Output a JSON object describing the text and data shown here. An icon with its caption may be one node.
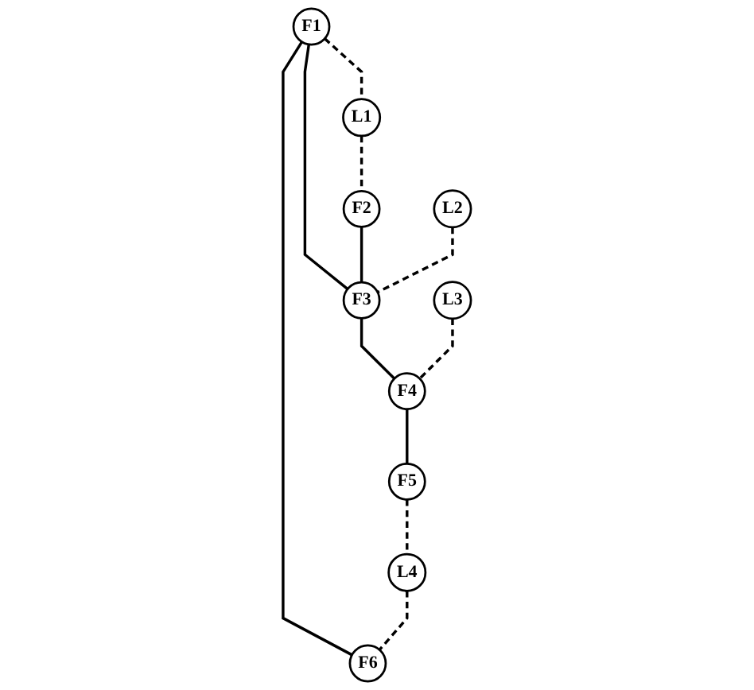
{
  "diagram": {
    "nodes": [
      {
        "text": [
          "F1"
        ]
      },
      {
        "text": [
          "F6"
        ]
      },
      {
        "text": [
          "L1"
        ]
      },
      {
        "text": [
          "L4"
        ]
      },
      {
        "text": [
          "L2"
        ]
      },
      {
        "text": [
          "L3"
        ]
      },
      {
        "text": [
          "F2"
        ]
      },
      {
        "text": [
          "F5"
        ]
      },
      {
        "text": [
          "F3"
        ]
      },
      {
        "text": [
          "F4"
        ]
      }
    ],
    "edges": [
      {
        "from": 0,
        "to": 1,
        "arrow": "none"
      },
      {
        "from": 0,
        "to": 2,
        "arrow": "none",
        "style": "dashed"
      },
      {
        "from": 0,
        "to": 8,
        "arrow": "none"
      },
      {
        "from": 2,
        "to": 6,
        "arrow": "none",
        "style": "dashed"
      },
      {
        "from": 6,
        "to": 8,
        "arrow": "none"
      },
      {
        "from": 4,
        "to": 8,
        "arrow": "none",
        "style": "dashed"
      },
      {
        "from": 8,
        "to": 9,
        "arrow": "none"
      },
      {
        "from": 5,
        "to": 9,
        "arrow": "none",
        "style": "dashed"
      },
      {
        "from": 9,
        "to": 7,
        "arrow": "none"
      },
      {
        "from": 7,
        "to": 3,
        "arrow": "none",
        "style": "dashed"
      },
      {
        "from": 3,
        "to": 1,
        "arrow": "none",
        "style": "dashed"
      }
    ]
  }
}
